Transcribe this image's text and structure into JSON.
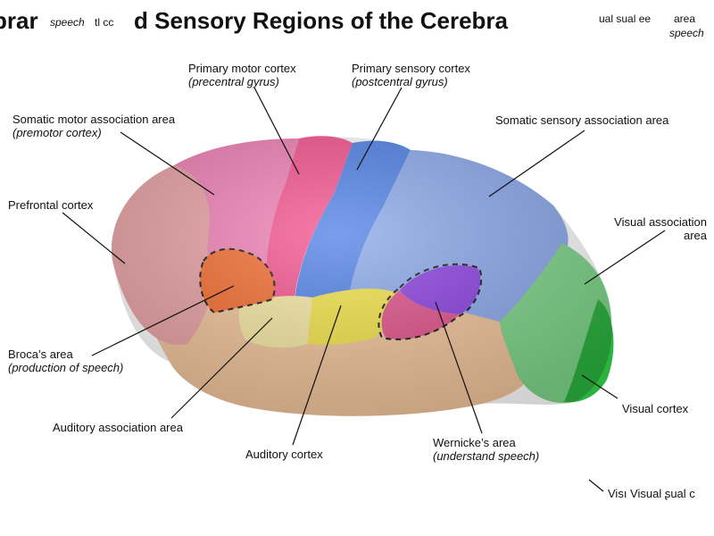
{
  "title": {
    "left": "prar",
    "main": "d Sensory Regions of the Cerebra",
    "frag_speech": "speech",
    "frag_tl": "tl cc",
    "frag_right": "ual sual ee",
    "frag_area": "area",
    "frag_speech2": "speech"
  },
  "labels": {
    "primary_motor": {
      "name": "Primary motor cortex",
      "sub": "(precentral gyrus)"
    },
    "primary_sensory": {
      "name": "Primary sensory cortex",
      "sub": "(postcentral gyrus)"
    },
    "somatic_motor": {
      "name": "Somatic motor association area",
      "sub": "(premotor cortex)"
    },
    "somatic_sensory": {
      "name": "Somatic sensory association area"
    },
    "prefrontal": {
      "name": "Prefrontal cortex"
    },
    "visual_association": {
      "line1": "Visual association",
      "line2": "area"
    },
    "broca": {
      "name": "Broca’s area",
      "sub": "(production of speech)"
    },
    "visual_cortex": {
      "name": "Visual cortex"
    },
    "auditory_association": {
      "name": "Auditory association area"
    },
    "auditory_cortex": {
      "name": "Auditory cortex"
    },
    "wernicke": {
      "name": "Wernicke’s area",
      "sub": "(understand speech)"
    },
    "footer_fragment": "Visı Visual ʂual c"
  },
  "colors": {
    "prefrontal": "#e9a1a4",
    "somatic_motor": "#f07fb4",
    "primary_motor": "#f4508c",
    "primary_sensory": "#4d7fe6",
    "somatic_sensory": "#8aa8ec",
    "visual_association": "#7ed68a",
    "visual_cortex": "#2bb33f",
    "temporal": "#f2c49a",
    "auditory_cortex": "#f2e347",
    "auditory_association": "#f5e7a0",
    "broca": "#f46a2c",
    "wernicke_top": "#8a3fe0",
    "wernicke_bottom": "#e0508a"
  }
}
